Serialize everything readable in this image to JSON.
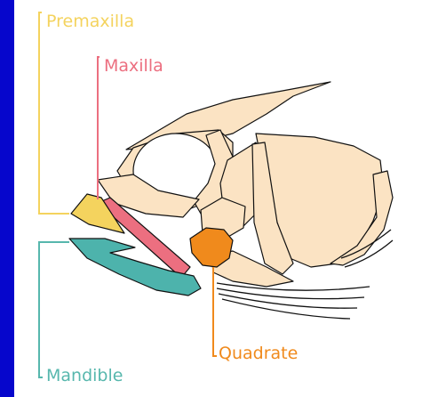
{
  "diagram": {
    "labels": {
      "premaxilla": "Premaxilla",
      "maxilla": "Maxilla",
      "quadrate": "Quadrate",
      "mandible": "Mandible"
    },
    "colors": {
      "background": "#0606cc",
      "skull": "#fbe3c3",
      "outline": "#111111",
      "premaxilla": "#f4d35e",
      "maxilla": "#ec6f80",
      "quadrate": "#f08a1c",
      "mandible": "#4db3ac"
    }
  }
}
